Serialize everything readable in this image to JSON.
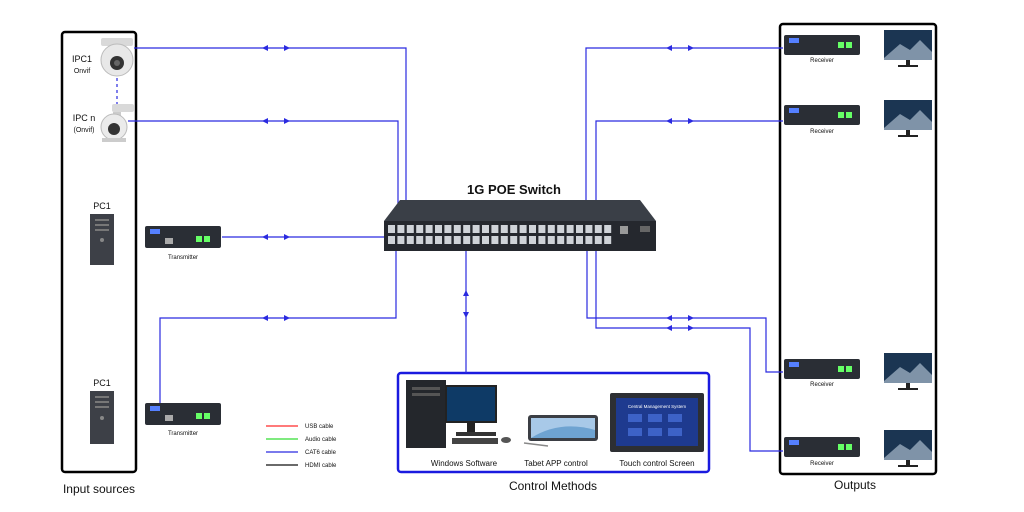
{
  "title": "1G POE Switch",
  "sections": {
    "inputs": "Input sources",
    "outputs": "Outputs",
    "control": "Control Methods"
  },
  "inputs": {
    "ipc1": {
      "name": "IPC1",
      "sub": "Onvif"
    },
    "ipcn": {
      "name": "IPC n",
      "sub": "(Onvif)"
    },
    "pc_top": "PC1",
    "pc_bottom": "PC1"
  },
  "transmitter": "Transmitter",
  "receiver": "Receiver",
  "control": {
    "windows": "Windows Software",
    "tablet": "Tabet APP control",
    "touch": "Touch control Screen",
    "screen_title": "Central Management System"
  },
  "legend": [
    {
      "label": "USB cable",
      "color": "#ff2a2a"
    },
    {
      "label": "Audio cable",
      "color": "#33dd33"
    },
    {
      "label": "CAT6 cable",
      "color": "#2a2ae0"
    },
    {
      "label": "HDMI cable",
      "color": "#111111"
    }
  ],
  "colors": {
    "wire": "#2a2ae0",
    "device": "#2a2e35",
    "frame": "#000000",
    "control_frame": "#1a1adf"
  }
}
